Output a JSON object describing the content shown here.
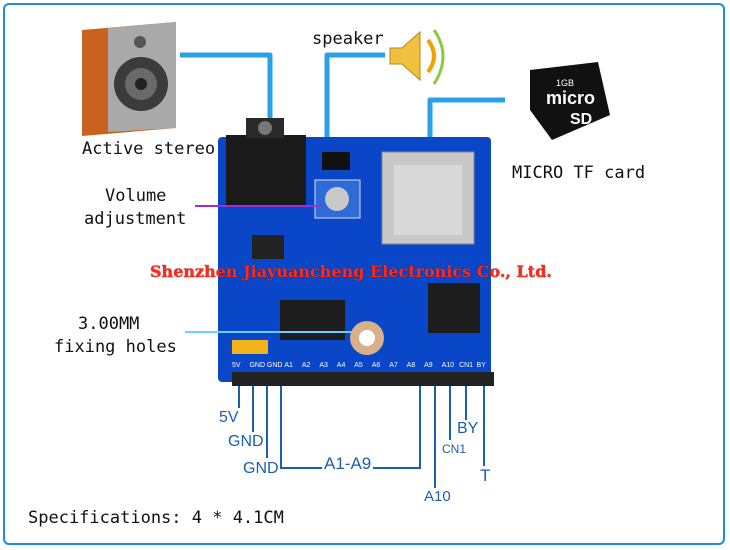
{
  "labels": {
    "active_stereo": "Active stereo",
    "speaker": "speaker",
    "micro_tf": "MICRO TF card",
    "volume_line1": "Volume",
    "volume_line2": "adjustment",
    "holes_line1": "3.00MM",
    "holes_line2": "fixing holes",
    "specs": "Specifications: 4 * 4.1CM"
  },
  "banner": "Shenzhen Jiayuancheng Electronics Co., Ltd.",
  "pins": {
    "p5v": "5V",
    "gnd1": "GND",
    "gnd2": "GND",
    "a1a9": "A1-A9",
    "a10": "A10",
    "cn1": "CN1",
    "by": "BY",
    "t": "T"
  },
  "board_silk": [
    "5V",
    "GND",
    "GND",
    "A1",
    "A2",
    "A3",
    "A4",
    "A5",
    "A6",
    "A7",
    "A8",
    "A9",
    "A10",
    "CN1",
    "BY"
  ],
  "sd_logo": {
    "size": "1GB",
    "brand1": "micro",
    "brand2": "SD"
  },
  "colors": {
    "board": "#0a47c8",
    "wire": "#2aa0e6",
    "pin_text": "#1a5fb0",
    "banner": "#ff2a1a"
  }
}
